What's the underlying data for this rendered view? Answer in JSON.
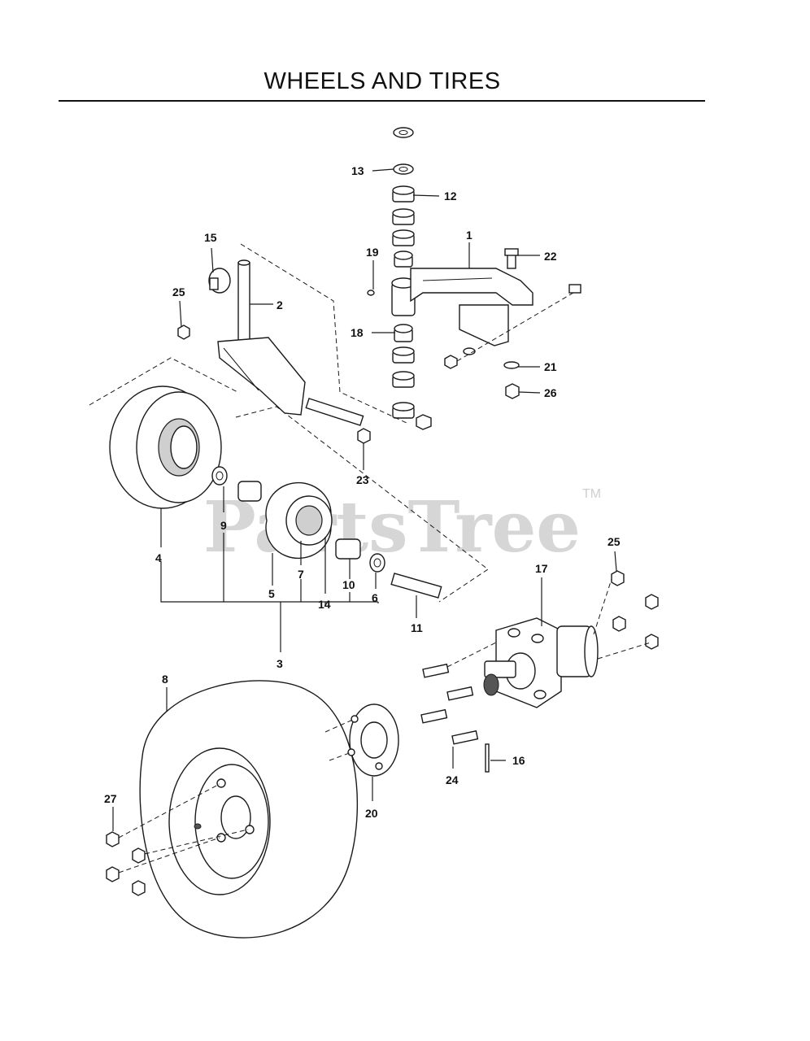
{
  "title": "WHEELS AND TIRES",
  "watermark": {
    "text": "PartsTree",
    "trademark": "TM"
  },
  "callouts": {
    "c1": "1",
    "c2": "2",
    "c3": "3",
    "c4": "4",
    "c5": "5",
    "c6": "6",
    "c7": "7",
    "c8": "8",
    "c9": "9",
    "c10": "10",
    "c11": "11",
    "c12": "12",
    "c13": "13",
    "c14": "14",
    "c15": "15",
    "c16": "16",
    "c17": "17",
    "c18": "18",
    "c19": "19",
    "c20": "20",
    "c21": "21",
    "c22": "22",
    "c23": "23",
    "c24": "24",
    "c25a": "25",
    "c25b": "25",
    "c26": "26",
    "c27": "27"
  }
}
